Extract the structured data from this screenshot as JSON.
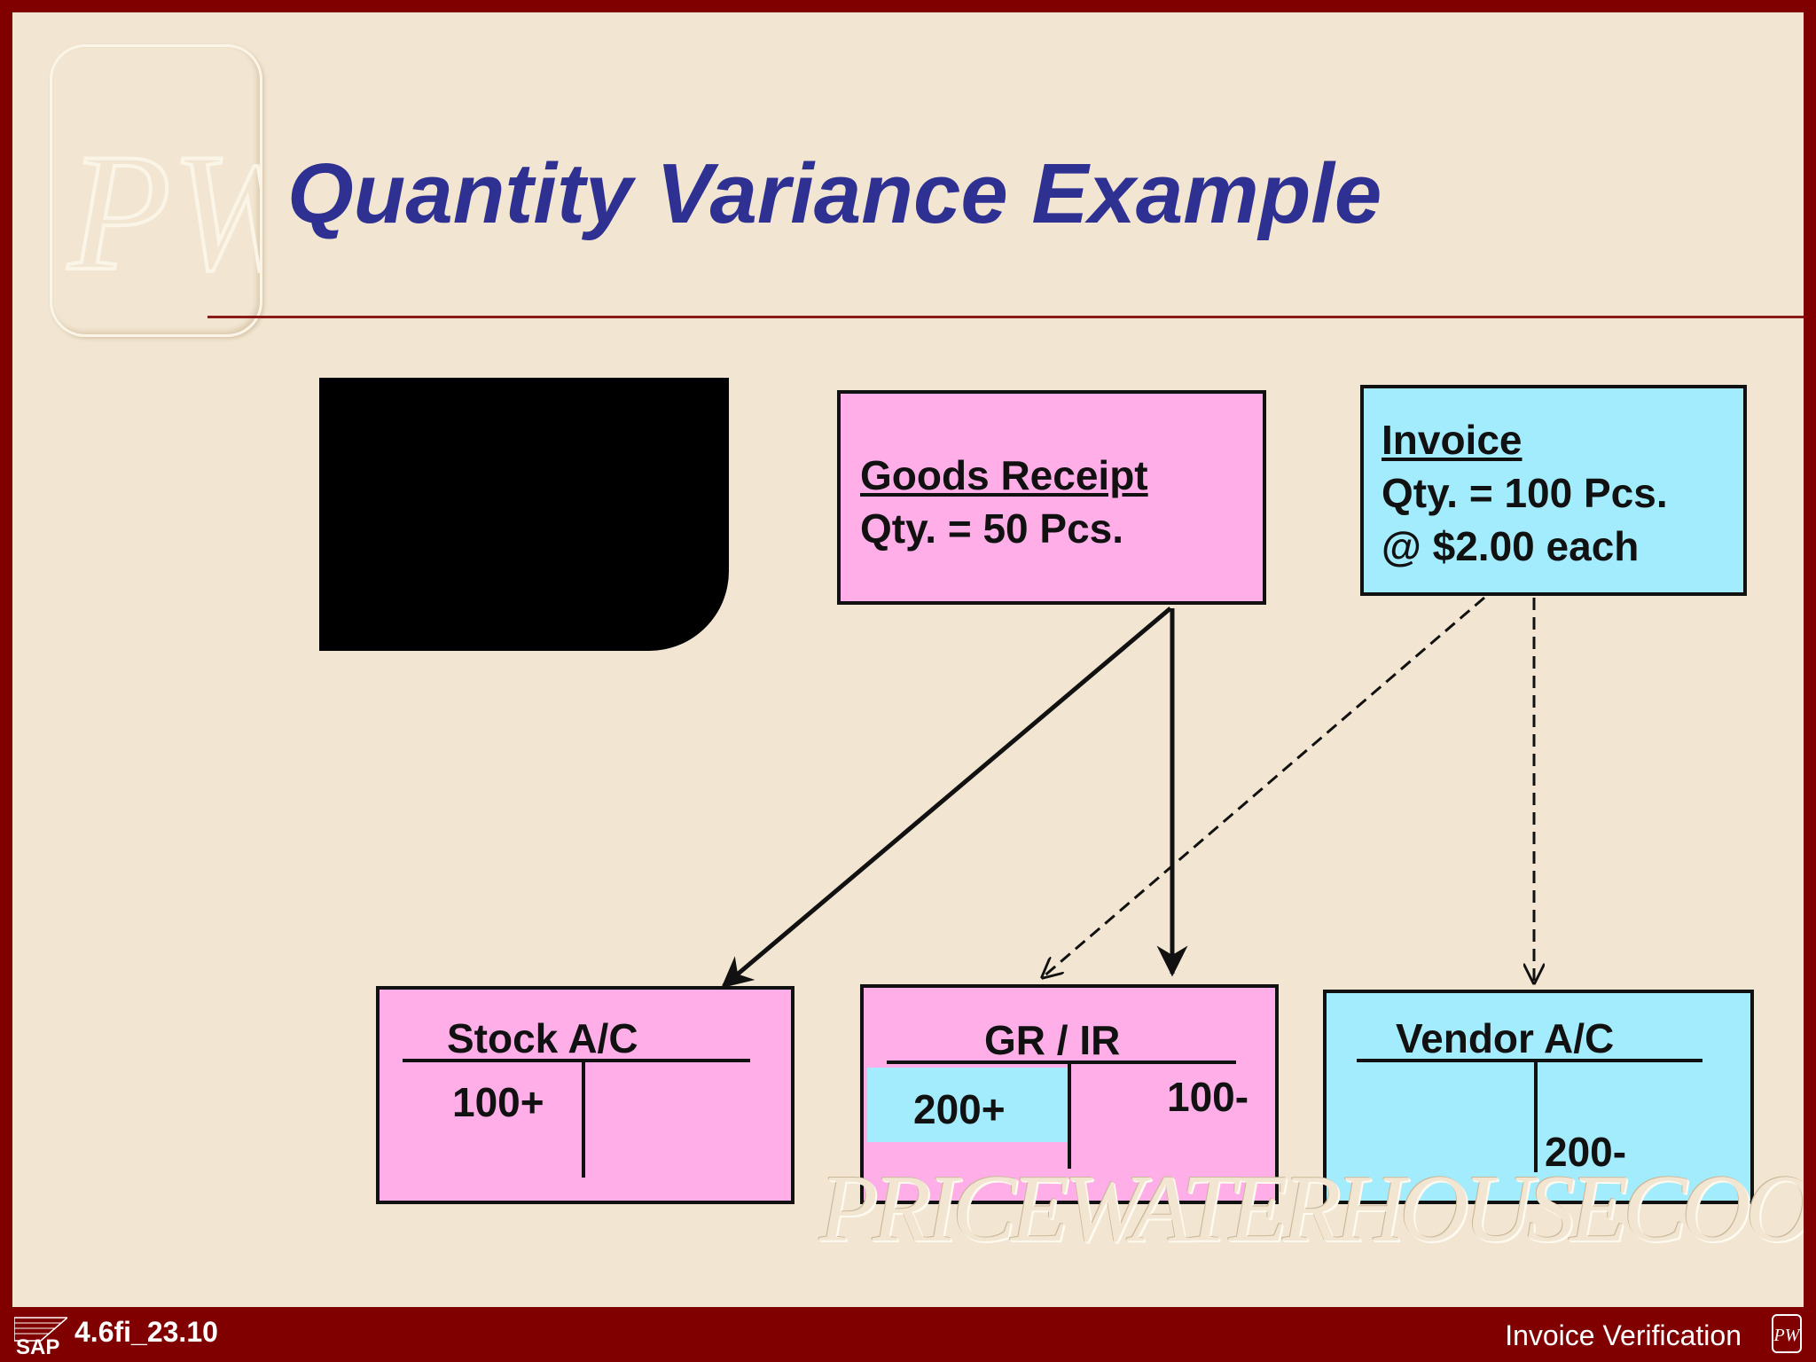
{
  "slide": {
    "title": "Quantity Variance Example",
    "logo_text": "PW",
    "watermark": "PRICEWATERHOUSECOOPERS"
  },
  "documents": {
    "goods_receipt": {
      "heading": "Goods Receipt",
      "qty": "Qty. =  50 Pcs."
    },
    "invoice": {
      "heading": "Invoice",
      "qty": "Qty. = 100 Pcs.",
      "price": "@ $2.00 each"
    }
  },
  "accounts": {
    "stock": {
      "title": "Stock A/C",
      "debit": "100+"
    },
    "grir": {
      "title": "GR / IR",
      "debit": "200+",
      "credit": "100-"
    },
    "vendor": {
      "title": "Vendor A/C",
      "credit": "200-"
    }
  },
  "footer": {
    "sap_label": "SAP",
    "code": "4.6fi_23.10",
    "section": "Invoice Verification",
    "logo_text": "PW"
  },
  "colors": {
    "frame": "#800000",
    "background": "#f2e6d2",
    "title": "#2e3192",
    "goods_receipt": "#ffaee8",
    "invoice": "#a3ecfd"
  }
}
